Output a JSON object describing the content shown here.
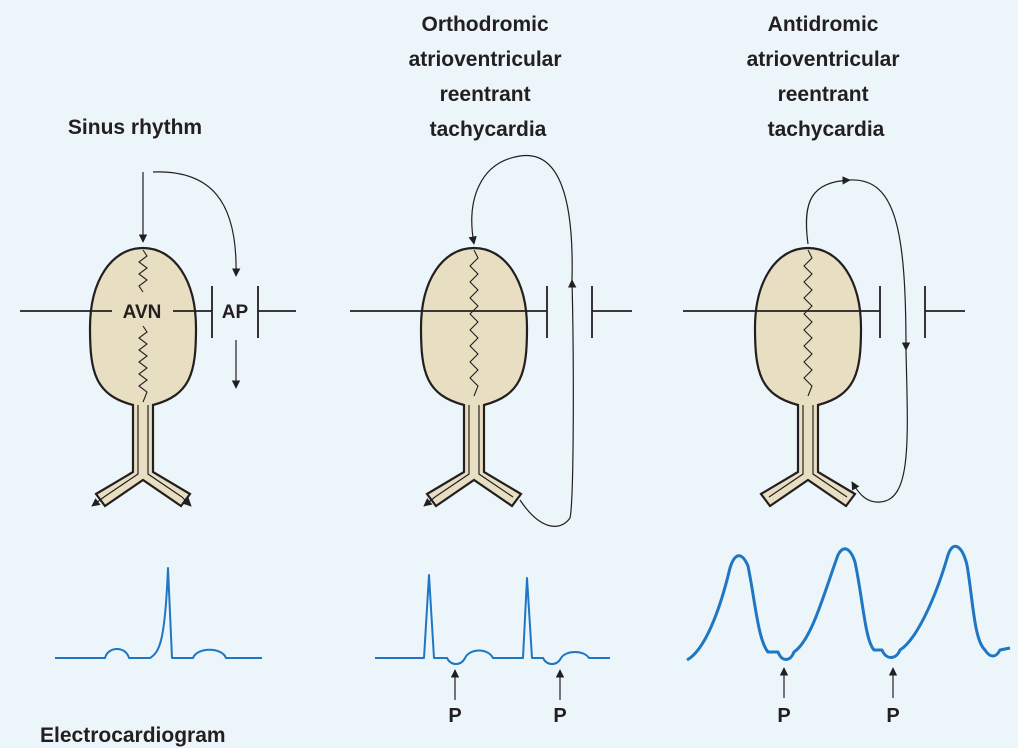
{
  "panels": [
    {
      "title_lines": [
        "Sinus rhythm"
      ],
      "node_label": "AVN",
      "pathway_label": "AP"
    },
    {
      "title_lines": [
        "Orthodromic",
        "atrioventricular",
        "reentrant",
        "tachycardia"
      ]
    },
    {
      "title_lines": [
        "Antidromic",
        "atrioventricular",
        "reentrant",
        "tachycardia"
      ]
    }
  ],
  "p_wave_label": "P",
  "ecg_label": "Electrocardiogram",
  "colors": {
    "trace": "#1f76c2",
    "background": "#ebf5fa",
    "node_fill": "#e8dfc3",
    "ink": "#231f20"
  }
}
